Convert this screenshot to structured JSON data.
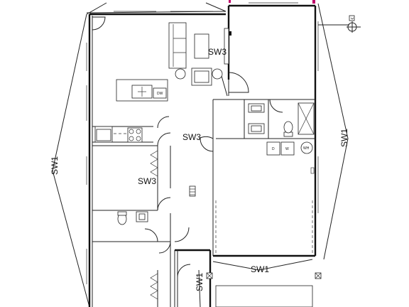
{
  "drawing": {
    "shear_wall_labels": {
      "top_right_room": "SW3",
      "hall_center": "SW3",
      "bedroom_wall": "SW3",
      "left_exterior": "SW1",
      "right_exterior": "SW1",
      "garage_front": "SW1",
      "front_stair": "SW1"
    },
    "appliance_labels": {
      "dishwasher": "DW",
      "dryer": "D",
      "washer": "W",
      "water_heater": "WH"
    },
    "accent_color": "#c0006a"
  }
}
